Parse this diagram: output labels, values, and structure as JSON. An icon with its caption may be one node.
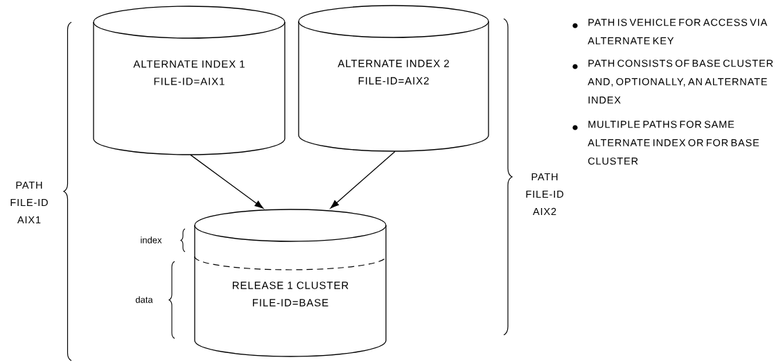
{
  "diagram": {
    "nodes": [
      {
        "text": [
          "ALTERNATE INDEX 1",
          "FILE-ID=AIX1"
        ]
      },
      {
        "text": [
          "ALTERNATE INDEX 2",
          "FILE-ID=AIX2"
        ]
      },
      {
        "text": [
          "RELEASE 1 CLUSTER",
          "FILE-ID=BASE"
        ]
      }
    ],
    "edges": [
      {
        "from": 0,
        "to": 2,
        "arrow": "to"
      },
      {
        "from": 1,
        "to": 2,
        "arrow": "to"
      }
    ],
    "labels": [
      "PATH FILE-ID AIX1",
      "PATH FILE-ID AIX2",
      "PATH IS VEHICLE FOR ACCESS VIA ALTERNATE KEY",
      "PATH CONSISTS OF BASE CLUSTER AND, OPTIONALLY, AN ALTERNATE INDEX",
      "MULTIPLE PATHS FOR SAME ALTERNATE INDEX OR FOR BASE CLUSTER",
      "index",
      "data"
    ]
  }
}
